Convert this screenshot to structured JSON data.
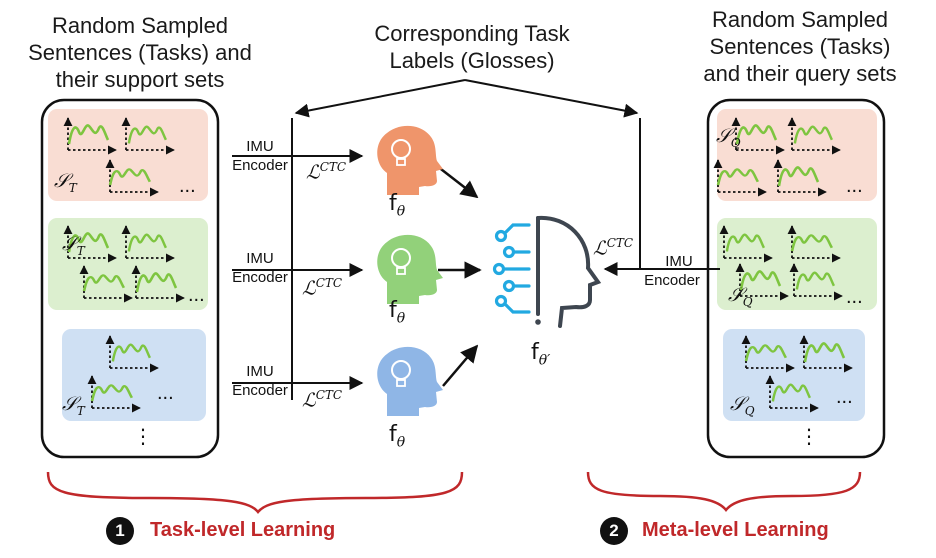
{
  "titles": {
    "left_lines": [
      "Random Sampled",
      "Sentences (Tasks) and",
      "their support sets"
    ],
    "center_lines": [
      "Corresponding Task",
      "Labels (Glosses)"
    ],
    "right_lines": [
      "Random Sampled",
      "Sentences (Tasks)",
      "and their query sets"
    ]
  },
  "encoder_label_lines": [
    "IMU",
    "Encoder"
  ],
  "loss_label": {
    "base": "ℒ",
    "sup": "CTC"
  },
  "model_label": {
    "base": "f",
    "sub": "θ"
  },
  "meta_model_label": {
    "base": "f",
    "sub": "θ′"
  },
  "support_set_label": {
    "base": "𝒮",
    "sub": "T"
  },
  "query_set_label": {
    "base": "𝒮",
    "sub": "Q"
  },
  "ellipsis": "...",
  "vertical_ellipsis": "⋮",
  "steps": [
    {
      "number": "1",
      "label": "Task-level Learning"
    },
    {
      "number": "2",
      "label": "Meta-level Learning"
    }
  ],
  "colors": {
    "task_pink": "#f9ddd3",
    "task_green": "#dcefcf",
    "task_blue": "#cfe0f3",
    "signal_green": "#7ec540",
    "head_orange": "#ef956b",
    "head_green": "#92d17a",
    "head_blue": "#8fb6e6",
    "meta_icon_blue": "#22a9e1",
    "meta_icon_gray": "#3e4650",
    "brace_red": "#c0282a"
  }
}
